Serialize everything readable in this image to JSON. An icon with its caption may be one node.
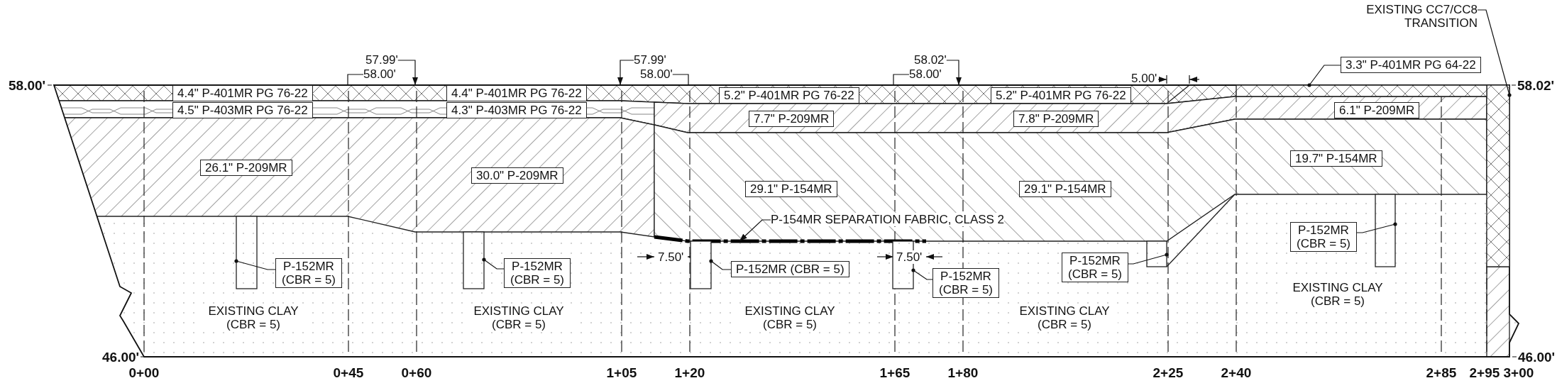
{
  "diagram": {
    "nodes": [
      {
        "text": [
          "EXISTING CC7/CC8 TRANSITION"
        ]
      },
      {
        "text": [
          "57.99'"
        ]
      },
      {
        "text": [
          "58.00'"
        ]
      },
      {
        "text": [
          "57.99'"
        ]
      },
      {
        "text": [
          "58.00'"
        ]
      },
      {
        "text": [
          "58.02'"
        ]
      },
      {
        "text": [
          "58.00'"
        ]
      },
      {
        "text": [
          "3.3\" P-401MR PG 64-22"
        ]
      },
      {
        "text": [
          "4.4\" P-401MR PG 76-22"
        ]
      },
      {
        "text": [
          "4.5\" P-403MR PG 76-22"
        ]
      },
      {
        "text": [
          "4.4\" P-401MR PG 76-22"
        ]
      },
      {
        "text": [
          "4.3\" P-403MR PG 76-22"
        ]
      },
      {
        "text": [
          "5.2\" P-401MR PG 76-22"
        ]
      },
      {
        "text": [
          "5.2\" P-401MR PG 76-22"
        ]
      },
      {
        "text": [
          "7.7\" P-209MR"
        ]
      },
      {
        "text": [
          "7.8\" P-209MR"
        ]
      },
      {
        "text": [
          "6.1\" P-209MR"
        ]
      },
      {
        "text": [
          "26.1\" P-209MR"
        ]
      },
      {
        "text": [
          "30.0\" P-209MR"
        ]
      },
      {
        "text": [
          "29.1\" P-154MR"
        ]
      },
      {
        "text": [
          "29.1\" P-154MR"
        ]
      },
      {
        "text": [
          "19.7\" P-154MR"
        ]
      },
      {
        "text": [
          "P-154MR SEPARATION FABRIC, CLASS 2"
        ]
      },
      {
        "text": [
          "P-152MR (CBR = 5)"
        ]
      },
      {
        "text": [
          "P-152MR (CBR = 5)"
        ]
      },
      {
        "text": [
          "P-152MR (CBR = 5)"
        ]
      },
      {
        "text": [
          "P-152MR (CBR = 5)"
        ]
      },
      {
        "text": [
          "P-152MR (CBR = 5)"
        ]
      },
      {
        "text": [
          "P-152MR (CBR = 5)"
        ]
      },
      {
        "text": [],
        "shape": "box"
      },
      {
        "text": [],
        "shape": "band"
      },
      {
        "text": [],
        "shape": "bar"
      },
      {
        "text": [],
        "shape": "box"
      },
      {
        "text": [],
        "shape": "box"
      },
      {
        "text": [],
        "shape": "box"
      },
      {
        "text": [],
        "shape": "box"
      },
      {
        "text": [],
        "shape": "box"
      },
      {
        "text": [],
        "shape": "box"
      }
    ],
    "edges": [
      {
        "from": 0,
        "to": 29,
        "arrow": "other"
      },
      {
        "from": 1,
        "to": null,
        "arrow": "to"
      },
      {
        "from": 2,
        "to": null,
        "arrow": "none"
      },
      {
        "from": 3,
        "to": null,
        "arrow": "to"
      },
      {
        "from": 4,
        "to": null,
        "arrow": "none"
      },
      {
        "from": 5,
        "to": null,
        "arrow": "to"
      },
      {
        "from": 6,
        "to": null,
        "arrow": "none"
      },
      {
        "from": 7,
        "to": 30,
        "arrow": "other"
      },
      {
        "from": 22,
        "to": 31,
        "arrow": "to"
      },
      {
        "from": 23,
        "to": 32,
        "arrow": "other"
      },
      {
        "from": 24,
        "to": 33,
        "arrow": "other"
      },
      {
        "from": 25,
        "to": 34,
        "arrow": "other"
      },
      {
        "from": 26,
        "to": 35,
        "arrow": "other"
      },
      {
        "from": 27,
        "to": 36,
        "arrow": "other"
      },
      {
        "from": 28,
        "to": 37,
        "arrow": "other"
      }
    ],
    "labels": [
      "58.00'",
      "58.02'",
      "5.00'",
      "7.50'",
      "7.50'",
      "EXISTING CLAY (CBR = 5)",
      "EXISTING CLAY (CBR = 5)",
      "EXISTING CLAY (CBR = 5)",
      "EXISTING CLAY (CBR = 5)",
      "EXISTING CLAY (CBR = 5)",
      "46.00'",
      "46.00'",
      "0+00",
      "0+45",
      "0+60",
      "1+05",
      "1+20",
      "1+65",
      "1+80",
      "2+25",
      "2+40",
      "2+85",
      "2+95",
      "3+00"
    ]
  }
}
